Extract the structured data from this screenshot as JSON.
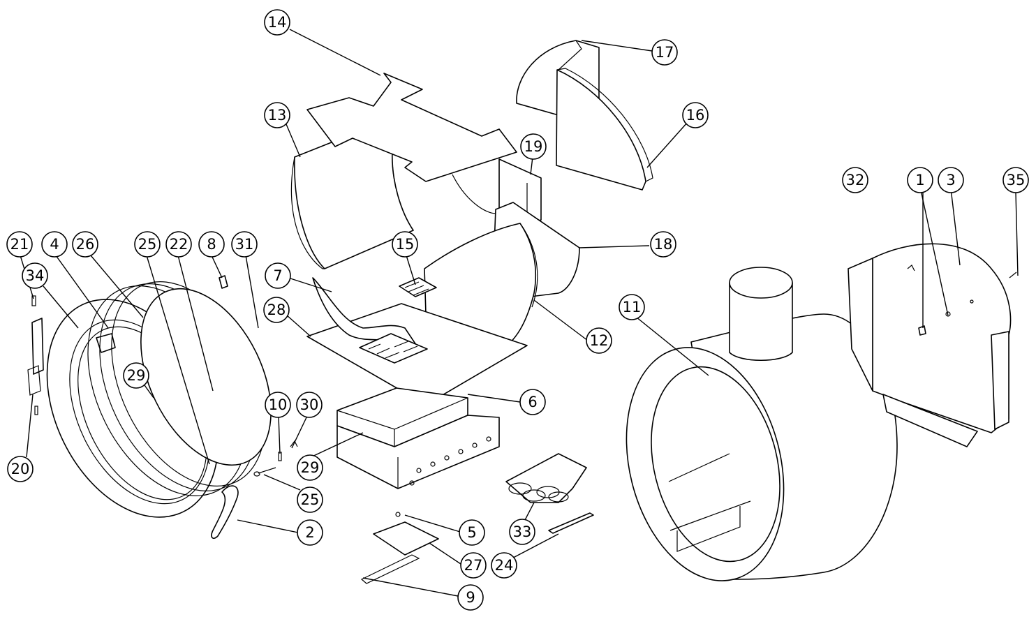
{
  "callouts": [
    {
      "id": "c14",
      "label": "14"
    },
    {
      "id": "c17",
      "label": "17"
    },
    {
      "id": "c13",
      "label": "13"
    },
    {
      "id": "c16",
      "label": "16"
    },
    {
      "id": "c19",
      "label": "19"
    },
    {
      "id": "c32",
      "label": "32"
    },
    {
      "id": "c1",
      "label": "1"
    },
    {
      "id": "c3",
      "label": "3"
    },
    {
      "id": "c35",
      "label": "35"
    },
    {
      "id": "c21",
      "label": "21"
    },
    {
      "id": "c4",
      "label": "4"
    },
    {
      "id": "c26",
      "label": "26"
    },
    {
      "id": "c25a",
      "label": "25"
    },
    {
      "id": "c22",
      "label": "22"
    },
    {
      "id": "c8",
      "label": "8"
    },
    {
      "id": "c31",
      "label": "31"
    },
    {
      "id": "c15",
      "label": "15"
    },
    {
      "id": "c18",
      "label": "18"
    },
    {
      "id": "c34",
      "label": "34"
    },
    {
      "id": "c7",
      "label": "7"
    },
    {
      "id": "c11",
      "label": "11"
    },
    {
      "id": "c28",
      "label": "28"
    },
    {
      "id": "c12",
      "label": "12"
    },
    {
      "id": "c29a",
      "label": "29"
    },
    {
      "id": "c10",
      "label": "10"
    },
    {
      "id": "c30",
      "label": "30"
    },
    {
      "id": "c6",
      "label": "6"
    },
    {
      "id": "c20",
      "label": "20"
    },
    {
      "id": "c29b",
      "label": "29"
    },
    {
      "id": "c25b",
      "label": "25"
    },
    {
      "id": "c33",
      "label": "33"
    },
    {
      "id": "c2",
      "label": "2"
    },
    {
      "id": "c5",
      "label": "5"
    },
    {
      "id": "c27",
      "label": "27"
    },
    {
      "id": "c24",
      "label": "24"
    },
    {
      "id": "c9",
      "label": "9"
    }
  ]
}
